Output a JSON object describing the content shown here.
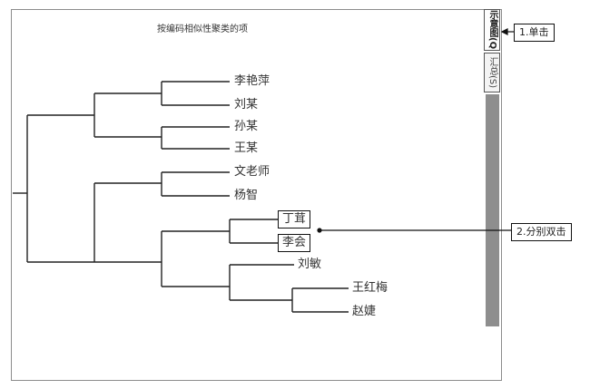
{
  "window": {
    "title": "按编码相似性聚类的项"
  },
  "tree": {
    "leaves": [
      {
        "label": "李艳萍"
      },
      {
        "label": "刘某"
      },
      {
        "label": "孙某"
      },
      {
        "label": "王某"
      },
      {
        "label": "文老师"
      },
      {
        "label": "杨智"
      },
      {
        "label": "丁茸"
      },
      {
        "label": "李会"
      },
      {
        "label": "刘敏"
      },
      {
        "label": "王红梅"
      },
      {
        "label": "赵婕"
      }
    ]
  },
  "sidebar": {
    "tab_active": "示意图(Q)",
    "tab_summary": "汇总(S)"
  },
  "annotations": {
    "step1": "1.单击",
    "step2": "2.分别双击"
  }
}
